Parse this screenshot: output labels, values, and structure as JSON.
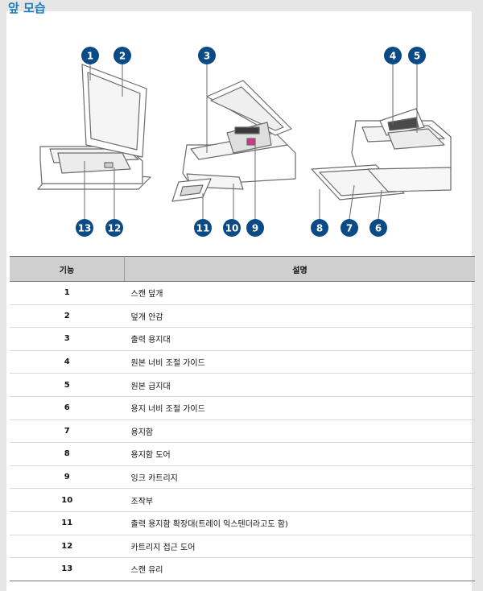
{
  "title": "앞 모습",
  "callouts": [
    "1",
    "2",
    "3",
    "4",
    "5",
    "6",
    "7",
    "8",
    "9",
    "10",
    "11",
    "12",
    "13"
  ],
  "table": {
    "headers": [
      "기능",
      "설명"
    ],
    "rows": [
      {
        "num": "1",
        "desc": "스캔 덮개"
      },
      {
        "num": "2",
        "desc": "덮개 안감"
      },
      {
        "num": "3",
        "desc": "출력 용지대"
      },
      {
        "num": "4",
        "desc": "원본 너비 조절 가이드"
      },
      {
        "num": "5",
        "desc": "원본 급지대"
      },
      {
        "num": "6",
        "desc": "용지 너비 조절 가이드"
      },
      {
        "num": "7",
        "desc": "용지함"
      },
      {
        "num": "8",
        "desc": "용지함 도어"
      },
      {
        "num": "9",
        "desc": "잉크 카트리지"
      },
      {
        "num": "10",
        "desc": "조작부"
      },
      {
        "num": "11",
        "desc": "출력 용지함 확장대(트레이 익스텐더라고도 함)"
      },
      {
        "num": "12",
        "desc": "카트리지 접근 도어"
      },
      {
        "num": "13",
        "desc": "스캔 유리"
      }
    ]
  },
  "colors": {
    "title": "#1a7fc1",
    "callout": "#0a4a86",
    "header_bg": "#cfcfcf",
    "cartridge": "#d63384"
  }
}
